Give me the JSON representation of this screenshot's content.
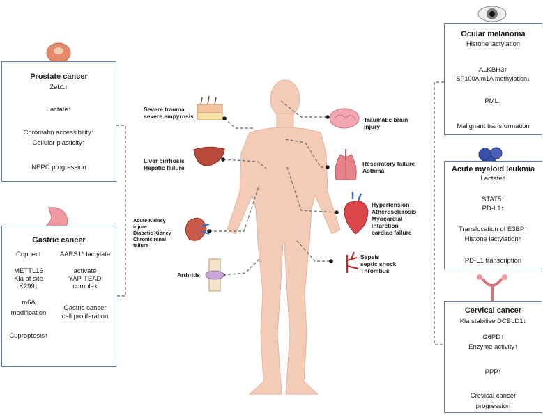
{
  "prostate": {
    "title": "Prostate cancer",
    "steps": [
      "Zeb1↑",
      "Lactate↑",
      "Chromatin accessibility↑",
      "Cellular plasticity↑",
      "NEPC progression"
    ]
  },
  "gastric": {
    "title": "Gastric cancer",
    "left": [
      "Copper↑",
      "METTL16",
      "Kla at site",
      "K299↑",
      "m6A",
      "modification",
      "Cuproptosis↑"
    ],
    "right": [
      "AARS1* lactylate",
      "activate",
      "YAP-TEAD",
      "complex",
      "Gastric cancer",
      "cell proliferation"
    ]
  },
  "ocular": {
    "title": "Ocular melanoma",
    "steps": [
      "Histone lactylation",
      "ALKBH3↑",
      "SP100A m1A methylation↓",
      "PML↓",
      "Malignant transformation"
    ]
  },
  "aml": {
    "title": "Acute myeloid leukmia",
    "steps": [
      "Lactate↑",
      "STAT5↑",
      "PD-L1↑",
      "Translocation of E3BP↑",
      "Histone lactylation↑",
      "PD-L1 transcription"
    ]
  },
  "cervical": {
    "title": "Cervical cancer",
    "steps": [
      "Kla stabilise DCBLD1↓",
      "G6PD↑",
      "Enzyme activity↑",
      "PPP↑",
      "Crevical cancer",
      "progression"
    ]
  },
  "labels": {
    "trauma": [
      "Severe trauma",
      "severe empyrosis"
    ],
    "liver": [
      "Liver cirrhosis",
      "Hepatic failure"
    ],
    "kidney": [
      "Acute Kidney",
      "injure",
      "Diabetic Kidney",
      "Chronic renal",
      "failure"
    ],
    "arthritis": [
      "Arthritis"
    ],
    "brain": [
      "Traumatic brain",
      "injury"
    ],
    "lung": [
      "Respiratory failure",
      "Asthma"
    ],
    "heart": [
      "Hypertension",
      "Atherosclerosis",
      "Myocardial",
      "infarction",
      "cardiac failure"
    ],
    "sepsis": [
      "Sepsis",
      "septic shock",
      "Thrombus"
    ]
  }
}
